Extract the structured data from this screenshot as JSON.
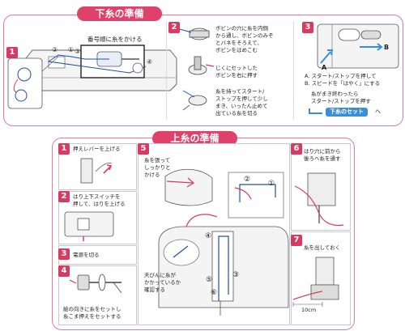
{
  "bobbin_section": {
    "title": "下糸の準備",
    "step1_num": "1",
    "step1_label": "番号順に糸をかける",
    "step1_markers": [
      "①",
      "②",
      "③",
      "④"
    ],
    "step2_num": "2",
    "step2_text": [
      "ボビンの穴に糸を内側",
      "から通し、ボビンのみぞ",
      "とバネをそろえて、",
      "ボビンをはめこむ"
    ],
    "step2_text_b": [
      "じくにセットした",
      "ボビンを右に押す"
    ],
    "step2_text_c": [
      "糸を持ってスタート/",
      "ストップを押して少し",
      "まき、いったん止めて",
      "出ている糸を切る"
    ],
    "step3_num": "3",
    "step3_markers": [
      "A",
      "B"
    ],
    "step3_text": [
      "A. スタート/ストップを押して",
      "B. スピードを「はやく」にする"
    ],
    "step3_text_b": [
      "糸がまき終わったら",
      "スタート/ストップを押す"
    ],
    "next_button": "下糸のセット",
    "next_arrow": "へ"
  },
  "upper_section": {
    "title": "上糸の準備",
    "s1_num": "1",
    "s1_text": "押えレバーを上げる",
    "s2_num": "2",
    "s2_text": [
      "はり上下スイッチを",
      "押して、はりを上げる"
    ],
    "s3_num": "3",
    "s3_text": "電源を切る",
    "s4_num": "4",
    "s4_text": [
      "絵の向きに糸をセットし",
      "糸こま押えをセットする"
    ],
    "s5_num": "5",
    "s5_text": [
      "糸を張って",
      "しっかりと",
      "かける"
    ],
    "s5_text_b": [
      "天びんに糸が",
      "かかっているか",
      "確認する"
    ],
    "s5_markers": [
      "①",
      "②",
      "③",
      "④",
      "⑤",
      "⑥"
    ],
    "s6_num": "6",
    "s6_text": [
      "はり穴に前から",
      "後ろへ糸を通す"
    ],
    "s7_num": "7",
    "s7_text": "糸を出しておく",
    "s7_measure": "10cm"
  },
  "colors": {
    "accent": "#d83a62",
    "panel_border": "#e07a9a",
    "thread": "#1e4fa8",
    "button": "#3b8ed6"
  }
}
